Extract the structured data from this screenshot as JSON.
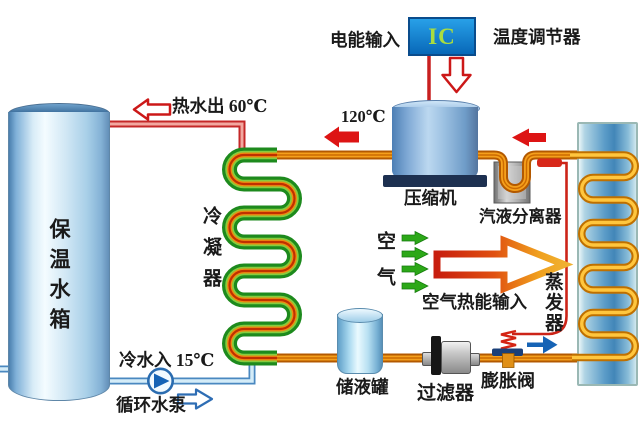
{
  "diagram": {
    "top": {
      "electric_input": "电能输入",
      "ic": "IC",
      "temp_controller": "温度调节器"
    },
    "left": {
      "tank": "保温水箱",
      "hot_water_out": "热水出 60℃",
      "cold_water_in": "冷水入 15℃",
      "circulation_pump": "循环水泵"
    },
    "center": {
      "condenser": "冷凝器",
      "compressor": "压缩机",
      "compressor_out_temp": "120℃",
      "separator": "汽液分离器",
      "air": "空气",
      "air_heat_input": "空气热能输入"
    },
    "right": {
      "evaporator": "蒸发器"
    },
    "bottom": {
      "receiver": "储液罐",
      "filter": "过滤器",
      "expansion_valve": "膨胀阀"
    }
  },
  "colors": {
    "refrigerant_pipe": "#f5a01c",
    "refrigerant_edge": "#b35900",
    "hot_water_pipe": "#f2a8a0",
    "hot_water_edge": "#c42828",
    "cold_water_pipe": "#d4ecf8",
    "cold_water_edge": "#4a88c0",
    "condenser_outer": "#1d8a1d",
    "condenser_highlight": "#86cc3e",
    "arrow_red": "#dd1414",
    "arrow_blue": "#1663b5",
    "arrow_green": "#2ca818",
    "big_arrow_red": "#c81e0e",
    "big_arrow_orange": "#f0a01e",
    "ic_box_blue": "#1080d0",
    "ic_text_green": "#aadd3f",
    "sensing_line_red": "#cc2418"
  }
}
